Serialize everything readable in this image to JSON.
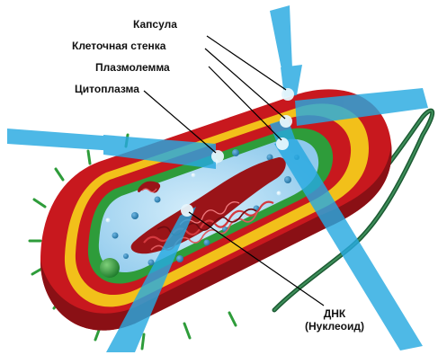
{
  "labels": {
    "capsule": "Капсула",
    "cell_wall": "Клеточная стенка",
    "plasma_membrane": "Плазмолемма",
    "cytoplasm": "Цитоплазма",
    "dna_line1": "ДНК",
    "dna_line2": "(Нуклеоид)"
  },
  "colors": {
    "capsule": "#c8181e",
    "capsule_dark": "#8a1015",
    "cell_wall": "#f2c01a",
    "membrane": "#2e9c3a",
    "cytoplasm": "#a8d8f2",
    "dna": "#9a1418",
    "flagellum": "#1c5a33",
    "pili": "#2e9c3a",
    "light_beam": "#27a9e1"
  }
}
